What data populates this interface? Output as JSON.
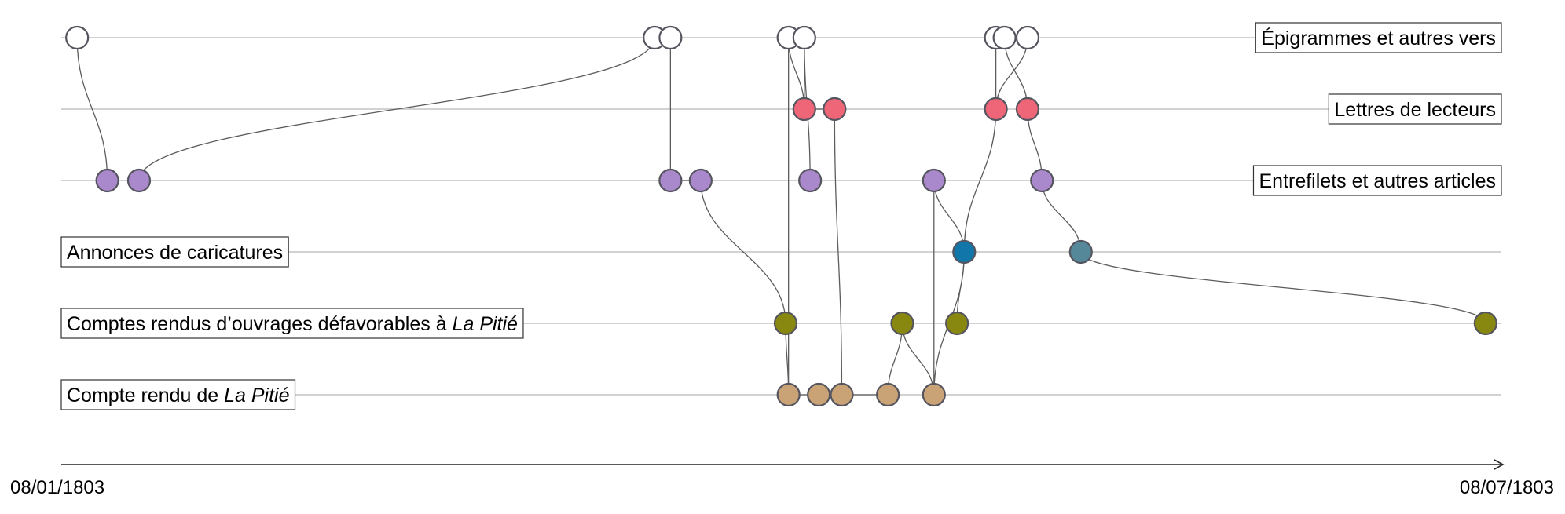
{
  "lanes": [
    {
      "id": "epigrammes",
      "parts": [
        {
          "text": "Épigrammes et autres vers",
          "italic": false
        }
      ],
      "label_side": "right"
    },
    {
      "id": "lettres",
      "parts": [
        {
          "text": "Lettres de lecteurs",
          "italic": false
        }
      ],
      "label_side": "right"
    },
    {
      "id": "entrefilets",
      "parts": [
        {
          "text": "Entrefilets et autres articles",
          "italic": false
        }
      ],
      "label_side": "right"
    },
    {
      "id": "annonces",
      "parts": [
        {
          "text": "Annonces de caricatures",
          "italic": false
        }
      ],
      "label_side": "left"
    },
    {
      "id": "comptes_defav",
      "parts": [
        {
          "text": "Comptes rendus d’ouvrages défavorables à ",
          "italic": false
        },
        {
          "text": "La Pitié",
          "italic": true
        }
      ],
      "label_side": "left"
    },
    {
      "id": "compte_pitie",
      "parts": [
        {
          "text": "Compte rendu de ",
          "italic": false
        },
        {
          "text": "La Pitié",
          "italic": true
        }
      ],
      "label_side": "left"
    }
  ],
  "axis": {
    "start_label": "08/01/1803",
    "end_label": "08/07/1803"
  },
  "colors": {
    "epigrammes": "#ffffff",
    "lettres": "#ee6677",
    "entrefilets": "#aa88cc",
    "annonces_a": "#1177aa",
    "annonces_b": "#558899",
    "comptes_defav": "#888811",
    "compte_pitie": "#c9a276"
  },
  "events": [
    {
      "lane": 0,
      "t": 0.011,
      "color": "epigrammes"
    },
    {
      "lane": 2,
      "t": 0.032,
      "color": "entrefilets"
    },
    {
      "lane": 2,
      "t": 0.054,
      "color": "entrefilets"
    },
    {
      "lane": 0,
      "t": 0.412,
      "color": "epigrammes"
    },
    {
      "lane": 0,
      "t": 0.423,
      "color": "epigrammes"
    },
    {
      "lane": 2,
      "t": 0.423,
      "color": "entrefilets"
    },
    {
      "lane": 2,
      "t": 0.444,
      "color": "entrefilets"
    },
    {
      "lane": 4,
      "t": 0.503,
      "color": "comptes_defav"
    },
    {
      "lane": 0,
      "t": 0.505,
      "color": "epigrammes"
    },
    {
      "lane": 5,
      "t": 0.505,
      "color": "compte_pitie"
    },
    {
      "lane": 0,
      "t": 0.516,
      "color": "epigrammes"
    },
    {
      "lane": 1,
      "t": 0.516,
      "color": "lettres"
    },
    {
      "lane": 2,
      "t": 0.52,
      "color": "entrefilets"
    },
    {
      "lane": 5,
      "t": 0.526,
      "color": "compte_pitie"
    },
    {
      "lane": 1,
      "t": 0.537,
      "color": "lettres"
    },
    {
      "lane": 5,
      "t": 0.542,
      "color": "compte_pitie"
    },
    {
      "lane": 5,
      "t": 0.574,
      "color": "compte_pitie"
    },
    {
      "lane": 4,
      "t": 0.584,
      "color": "comptes_defav"
    },
    {
      "lane": 2,
      "t": 0.606,
      "color": "entrefilets"
    },
    {
      "lane": 5,
      "t": 0.606,
      "color": "compte_pitie"
    },
    {
      "lane": 4,
      "t": 0.622,
      "color": "comptes_defav"
    },
    {
      "lane": 3,
      "t": 0.627,
      "color": "annonces_a"
    },
    {
      "lane": 0,
      "t": 0.649,
      "color": "epigrammes"
    },
    {
      "lane": 1,
      "t": 0.649,
      "color": "lettres"
    },
    {
      "lane": 0,
      "t": 0.655,
      "color": "epigrammes"
    },
    {
      "lane": 0,
      "t": 0.671,
      "color": "epigrammes"
    },
    {
      "lane": 1,
      "t": 0.671,
      "color": "lettres"
    },
    {
      "lane": 2,
      "t": 0.681,
      "color": "entrefilets"
    },
    {
      "lane": 3,
      "t": 0.708,
      "color": "annonces_b"
    },
    {
      "lane": 4,
      "t": 0.989,
      "color": "comptes_defav"
    }
  ],
  "links": [
    [
      0,
      1
    ],
    [
      2,
      3
    ],
    [
      3,
      4
    ],
    [
      4,
      5
    ],
    [
      5,
      6
    ],
    [
      6,
      7
    ],
    [
      7,
      9
    ],
    [
      8,
      9
    ],
    [
      8,
      11
    ],
    [
      9,
      13
    ],
    [
      10,
      12
    ],
    [
      10,
      11
    ],
    [
      11,
      14
    ],
    [
      14,
      15
    ],
    [
      15,
      16
    ],
    [
      16,
      17
    ],
    [
      17,
      19
    ],
    [
      18,
      19
    ],
    [
      18,
      21
    ],
    [
      19,
      21
    ],
    [
      20,
      21
    ],
    [
      21,
      23
    ],
    [
      22,
      23
    ],
    [
      23,
      25
    ],
    [
      24,
      26
    ],
    [
      24,
      25
    ],
    [
      26,
      27
    ],
    [
      27,
      28
    ],
    [
      28,
      29
    ]
  ]
}
